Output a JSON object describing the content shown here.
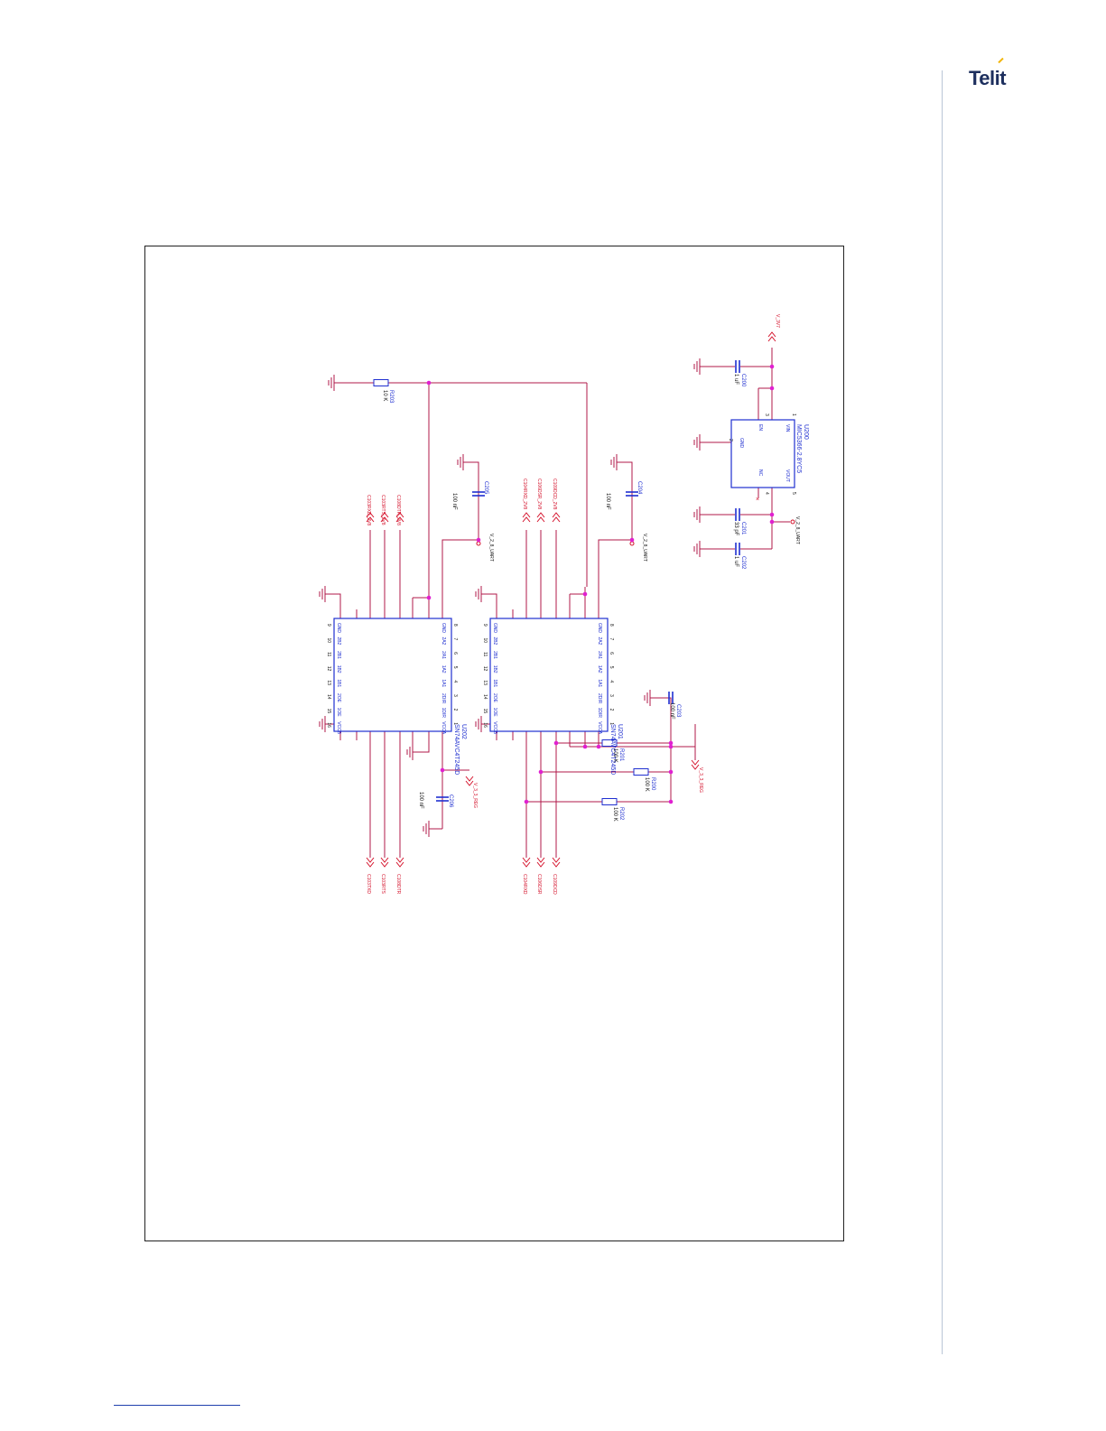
{
  "header": {
    "brand": "Telit"
  },
  "colors": {
    "wire": "#b0184a",
    "body": "#1f2fd0",
    "net": "#d4102a",
    "junction": "#e020d0",
    "ground": "#b0184a"
  },
  "ics": [
    {
      "ref": "U202",
      "part": "SN74AVC4T245D",
      "left_pins": [
        "GND",
        "2B2",
        "2B1",
        "1B2",
        "1B1",
        "2OE",
        "1OE",
        "VCCB"
      ],
      "right_pins": [
        "GND",
        "2A2",
        "2A1",
        "1A2",
        "1A1",
        "2DIR",
        "1DIR",
        "VCCA"
      ],
      "left_nums": [
        "9",
        "10",
        "11",
        "12",
        "13",
        "14",
        "15",
        "16"
      ],
      "right_nums": [
        "8",
        "7",
        "6",
        "5",
        "4",
        "3",
        "2",
        "1"
      ]
    },
    {
      "ref": "U201",
      "part": "SN74AVC4T245D",
      "left_pins": [
        "GND",
        "2B2",
        "2B1",
        "1B2",
        "1B1",
        "2OE",
        "1OE",
        "VCCB"
      ],
      "right_pins": [
        "GND",
        "2A2",
        "2A1",
        "1A2",
        "1A1",
        "2DIR",
        "1DIR",
        "VCCA"
      ],
      "left_nums": [
        "9",
        "10",
        "11",
        "12",
        "13",
        "14",
        "15",
        "16"
      ],
      "right_nums": [
        "8",
        "7",
        "6",
        "5",
        "4",
        "3",
        "2",
        "1"
      ]
    },
    {
      "ref": "U200",
      "part": "MIC5366-2.8YC5",
      "pins": [
        "VIN",
        "EN",
        "GND",
        "NC",
        "VOUT"
      ],
      "nums": [
        "1",
        "3",
        "2",
        "4",
        "5"
      ]
    }
  ],
  "passives": [
    {
      "ref": "R203",
      "value": "10 K"
    },
    {
      "ref": "R201",
      "value": "100 K"
    },
    {
      "ref": "R200",
      "value": "100 K"
    },
    {
      "ref": "R202",
      "value": "100 K"
    },
    {
      "ref": "C205",
      "value": "100 nF"
    },
    {
      "ref": "C204",
      "value": "100 nF"
    },
    {
      "ref": "C206",
      "value": "100 nF"
    },
    {
      "ref": "C203",
      "value": "100 nF"
    },
    {
      "ref": "C200",
      "value": "1 uF"
    },
    {
      "ref": "C201",
      "value": "33 pF"
    },
    {
      "ref": "C202",
      "value": "1 uF"
    }
  ],
  "nets": {
    "u202_top": [
      "C103RXD_2V8",
      "C103RTS_2V8",
      "C108DTR_2V8"
    ],
    "u202_bottom": [
      "C103TXD",
      "C103RTS",
      "C108DTR"
    ],
    "u201_top": [
      "C104RXD_2V8",
      "C106DSR_2V8",
      "C109DCD_2V8"
    ],
    "u201_bottom": [
      "C104RXD",
      "C106DSR",
      "C109DCD"
    ],
    "v28_uart": "V_2_8_UART",
    "v33_reg": "V_3_3_REG",
    "v3v7": "V_3V7"
  }
}
